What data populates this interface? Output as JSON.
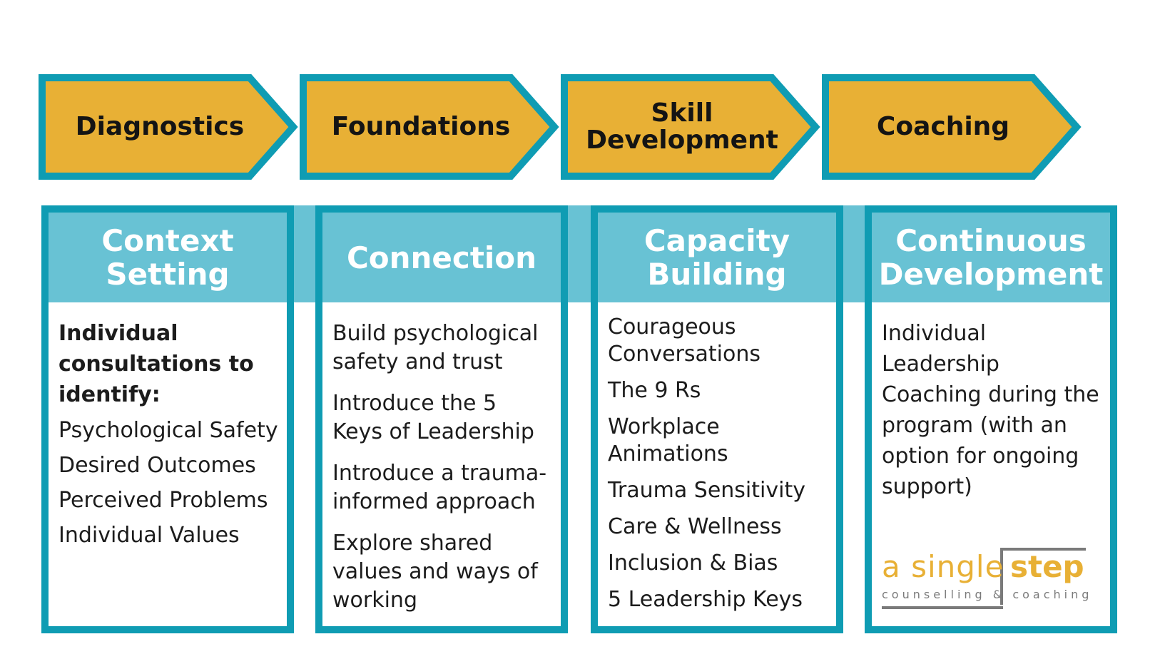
{
  "colors": {
    "arrow_fill": "#e8b035",
    "arrow_border": "#0f9cb3",
    "header_band": "#68c2d4",
    "column_border": "#0f9cb3",
    "logo_gold": "#e8b035",
    "logo_gray": "#7a7a7a"
  },
  "stages": [
    {
      "label": "Diagnostics"
    },
    {
      "label": "Foundations"
    },
    {
      "label": "Skill\nDevelopment"
    },
    {
      "label": "Coaching"
    }
  ],
  "columns": [
    {
      "title": "Context\nSetting",
      "intro": "Individual consultations to identify:",
      "items": [
        "Psychological Safety",
        "Desired Outcomes",
        "Perceived Problems",
        "Individual Values"
      ]
    },
    {
      "title": "Connection",
      "items": [
        "Build psychological safety and trust",
        "Introduce the 5 Keys of Leadership",
        "Introduce a trauma-informed approach",
        "Explore shared values and ways of working"
      ]
    },
    {
      "title": "Capacity\nBuilding",
      "items": [
        "Courageous Conversations",
        "The 9 Rs",
        "Workplace Animations",
        "Trauma Sensitivity",
        "Care & Wellness",
        "Inclusion & Bias",
        "5 Leadership Keys"
      ]
    },
    {
      "title": "Continuous\nDevelopment",
      "items": [
        "Individual Leadership Coaching during the program (with an option for ongoing support)"
      ]
    }
  ],
  "logo": {
    "word_a": "a single",
    "word_step": "step",
    "tagline": "counselling & coaching"
  }
}
